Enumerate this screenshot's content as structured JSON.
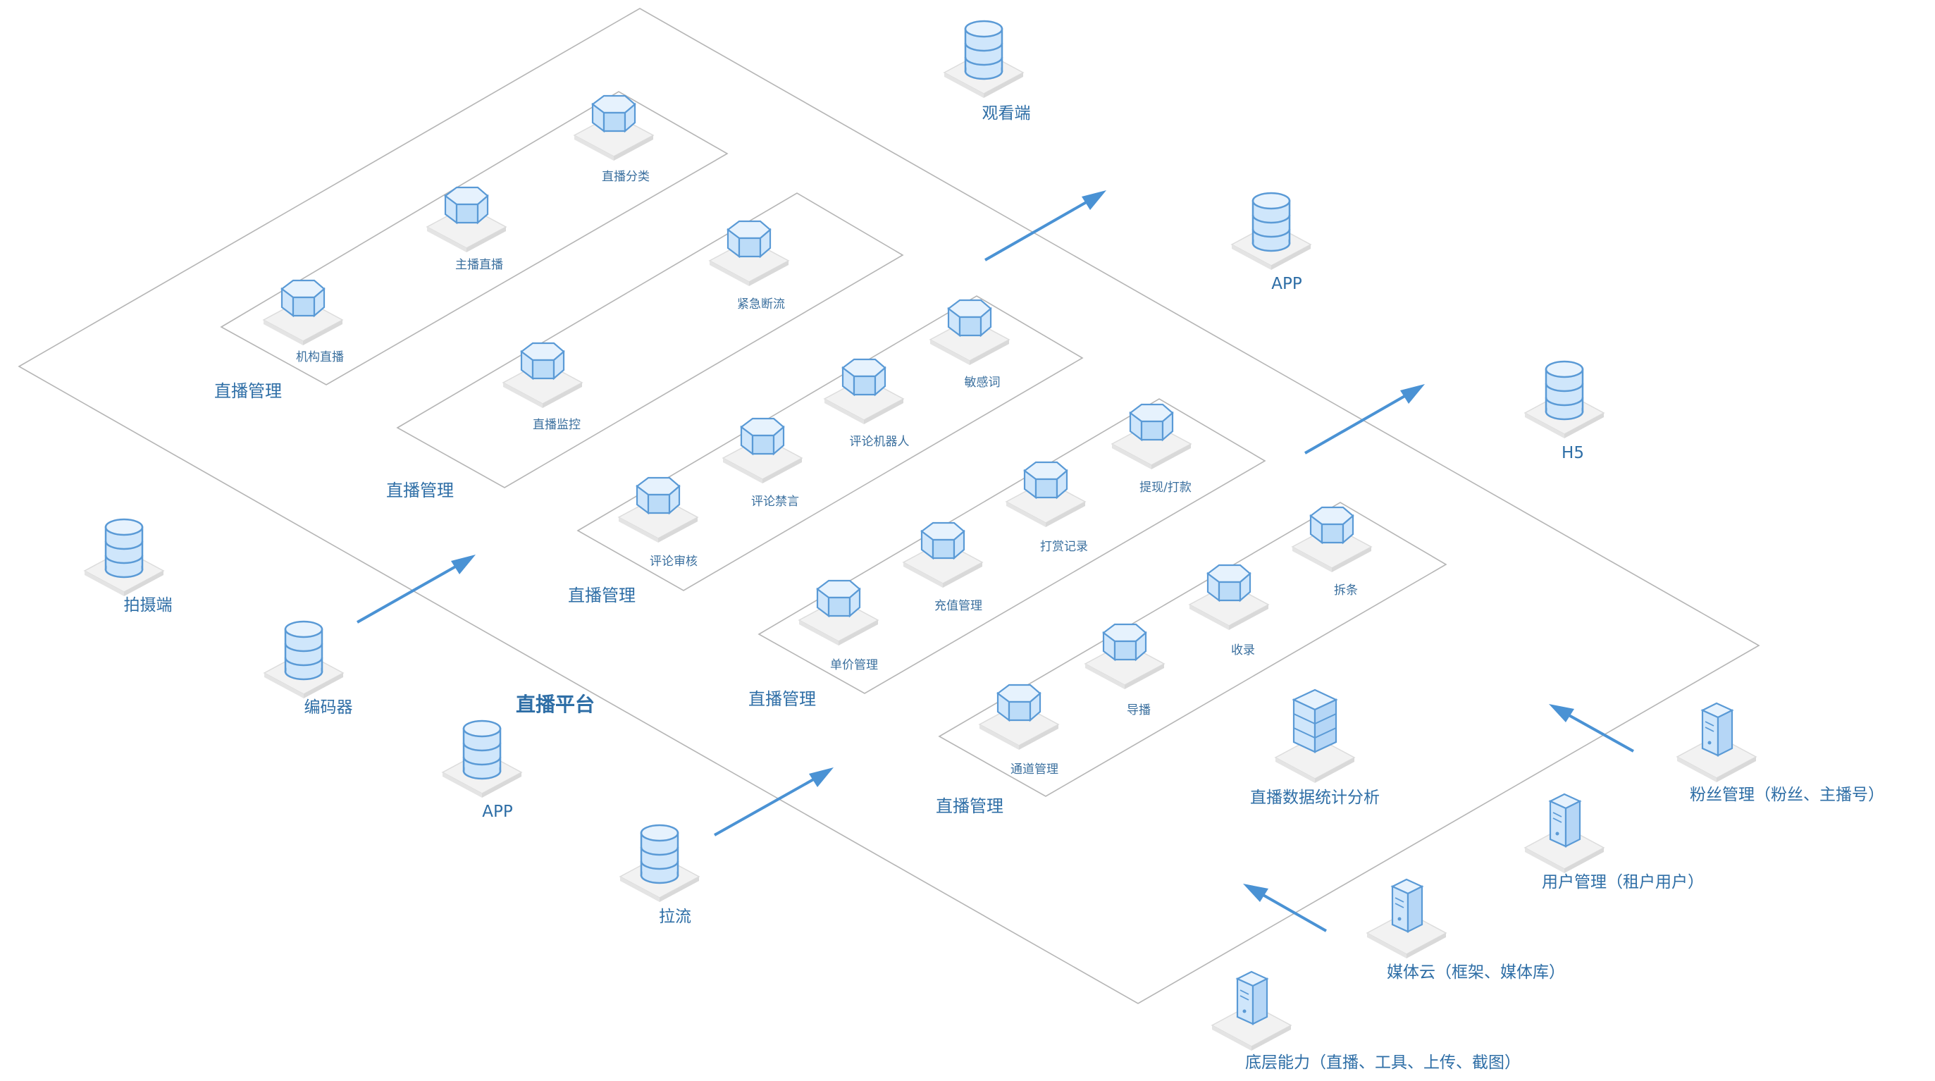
{
  "platform": {
    "label": "直播平台"
  },
  "endpoints": {
    "viewer": "观看端",
    "app_top": "APP",
    "h5": "H5",
    "camera": "拍摄端",
    "encoder": "编码器",
    "app_bottom": "APP",
    "pull_stream": "拉流"
  },
  "groups": [
    {
      "label": "直播管理",
      "services": [
        "机构直播",
        "主播直播",
        "直播分类"
      ]
    },
    {
      "label": "直播管理",
      "services": [
        "直播监控",
        "紧急断流"
      ]
    },
    {
      "label": "直播管理",
      "services": [
        "评论审核",
        "评论禁言",
        "评论机器人",
        "敏感词"
      ]
    },
    {
      "label": "直播管理",
      "services": [
        "单价管理",
        "充值管理",
        "打赏记录",
        "提现/打款"
      ]
    },
    {
      "label": "直播管理",
      "services": [
        "通道管理",
        "导播",
        "收录",
        "拆条"
      ]
    }
  ],
  "analytics": {
    "label": "直播数据统计分析"
  },
  "backend": {
    "fans": "粉丝管理（粉丝、主播号）",
    "users": "用户管理（租户用户）",
    "media_cloud": "媒体云（框架、媒体库）",
    "foundation": "底层能力（直播、工具、上传、截图）"
  },
  "colors": {
    "accent": "#4a92d4",
    "label": "#2e6ea6",
    "outline": "#b5b5b5",
    "icon_fill": "#cfe6fb",
    "icon_stroke": "#5a9ad6"
  },
  "icons": {
    "database": "database-icon",
    "service": "hexagon-cube-icon",
    "server": "server-icon",
    "stack": "cube-stack-icon"
  }
}
